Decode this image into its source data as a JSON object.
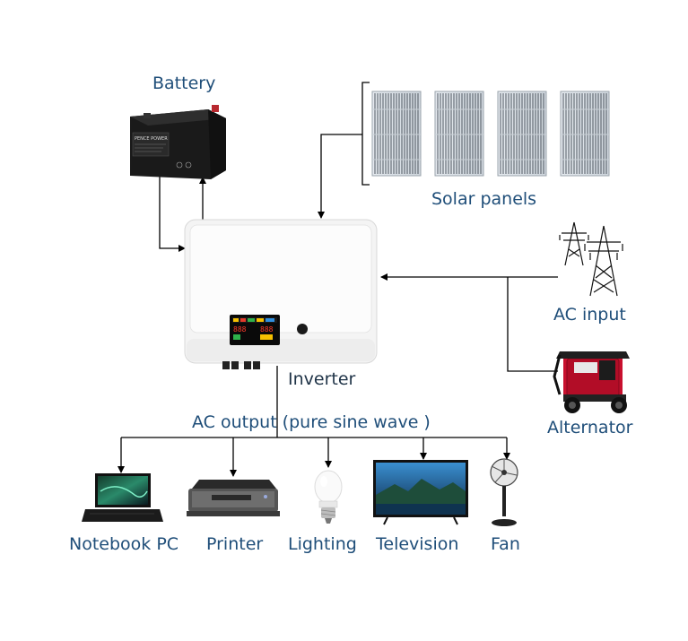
{
  "labels": {
    "battery": "Battery",
    "solar_panels": "Solar panels",
    "ac_input": "AC input",
    "alternator": "Alternator",
    "inverter": "Inverter",
    "ac_output": "AC output (pure sine wave )"
  },
  "loads": [
    {
      "label": "Notebook PC",
      "icon": "laptop-icon"
    },
    {
      "label": "Printer",
      "icon": "printer-icon"
    },
    {
      "label": "Lighting",
      "icon": "light-bulb-icon"
    },
    {
      "label": "Television",
      "icon": "television-icon"
    },
    {
      "label": "Fan",
      "icon": "fan-icon"
    }
  ],
  "battery_brand": "PENCE POWER",
  "colors": {
    "label_text": "#1f4e79",
    "line": "#000000",
    "inverter_body": "#f7f7f7",
    "alternator_red": "#c8102e"
  }
}
